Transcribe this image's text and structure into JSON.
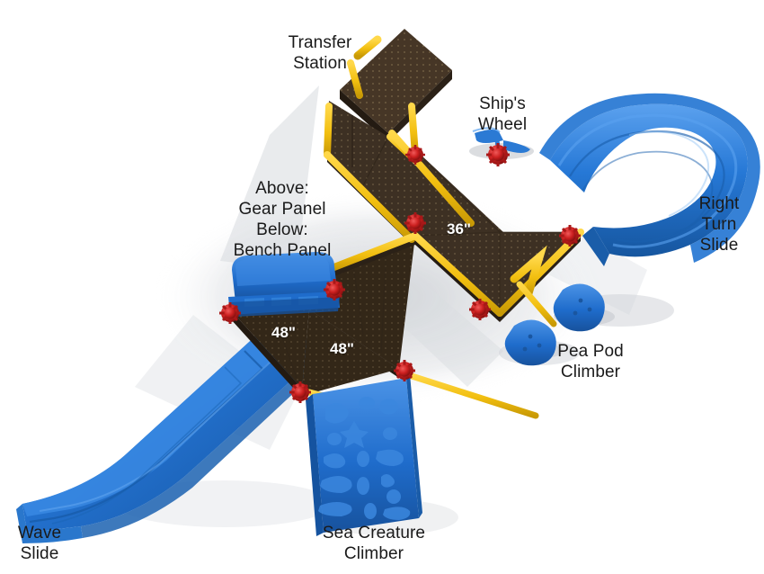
{
  "scene": {
    "title": "Playground Structure Layout Diagram",
    "background_color": "#ffffff"
  },
  "palette": {
    "deck_brown": "#3d3023",
    "deck_brown_dark": "#2e241a",
    "deck_brown_light": "#4a3a2a",
    "rail_yellow": "#f5c518",
    "rail_yellow_dark": "#d9a908",
    "post_red": "#cc2020",
    "post_red_dark": "#8e1212",
    "slide_blue": "#1f6fd0",
    "slide_blue_light": "#3d8ee8",
    "slide_blue_dark": "#14529e",
    "panel_blue": "#1d6cc9",
    "shadow_gray": "#c9ccd1",
    "text_dark": "#1a1a1a",
    "dim_text": "#ffffff"
  },
  "labels": {
    "transfer_station": "Transfer\nStation",
    "ships_wheel": "Ship's\nWheel",
    "gear_bench_panel": "Above:\nGear Panel\nBelow:\nBench Panel",
    "right_turn_slide": "Right\nTurn\nSlide",
    "pea_pod_climber": "Pea Pod\nClimber",
    "wave_slide": "Wave\nSlide",
    "sea_creature_climber": "Sea Creature\nClimber"
  },
  "dimensions": {
    "deck_36": "36\"",
    "deck_48_left": "48\"",
    "deck_48_right": "48\""
  },
  "components": [
    {
      "name": "transfer-station",
      "type": "deck-ramp",
      "height": ""
    },
    {
      "name": "ships-wheel",
      "type": "play-panel",
      "height": ""
    },
    {
      "name": "gear-panel",
      "type": "play-panel",
      "height": ""
    },
    {
      "name": "bench-panel",
      "type": "play-panel",
      "height": ""
    },
    {
      "name": "right-turn-slide",
      "type": "slide",
      "height": "36\""
    },
    {
      "name": "wave-slide",
      "type": "slide",
      "height": "48\""
    },
    {
      "name": "sea-creature-climber",
      "type": "climber",
      "height": "48\""
    },
    {
      "name": "pea-pod-climber",
      "type": "climber",
      "height": ""
    },
    {
      "name": "deck-36",
      "type": "deck",
      "height": "36\""
    },
    {
      "name": "deck-48-left",
      "type": "deck",
      "height": "48\""
    },
    {
      "name": "deck-48-right",
      "type": "deck",
      "height": "48\""
    }
  ]
}
